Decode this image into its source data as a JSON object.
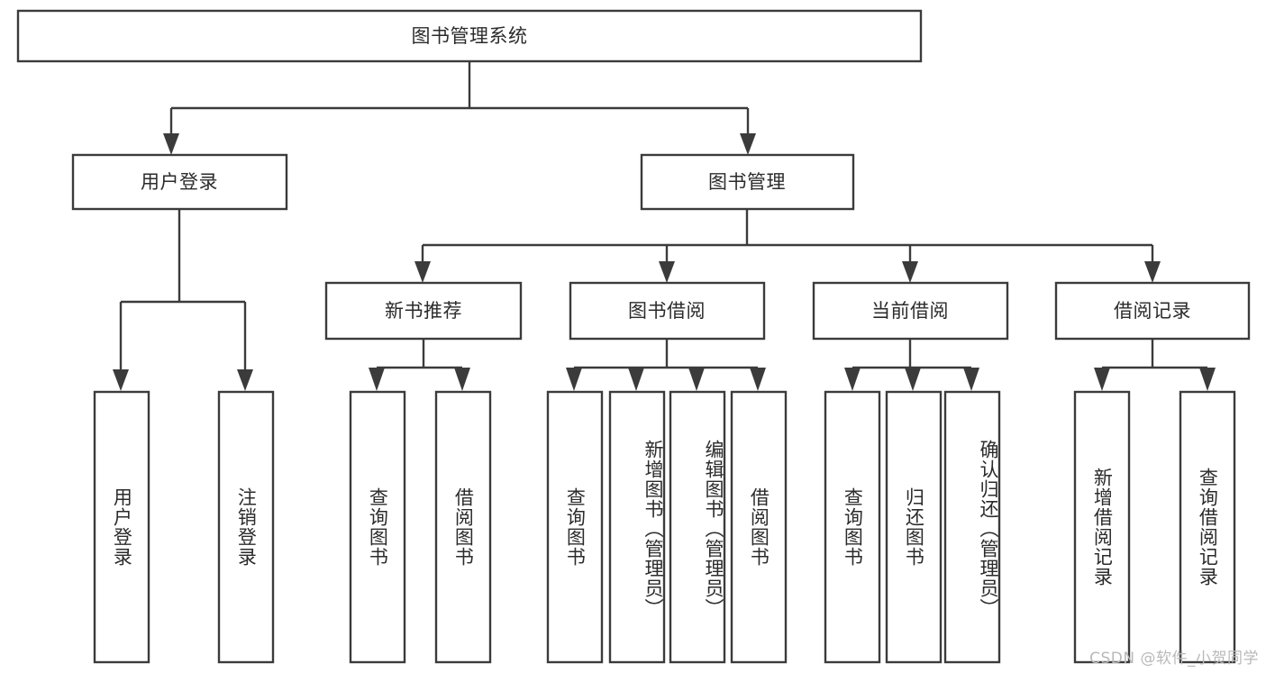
{
  "diagram": {
    "type": "tree",
    "title": "图书管理系统",
    "orientation": "top-down",
    "watermark": "CSDN @软件_小贺同学",
    "colors": {
      "stroke": "#3b3b3b",
      "box_fill": "#ffffff",
      "text": "#2b2b2b",
      "background": "#ffffff",
      "watermark": "#b9b9b9"
    },
    "root": {
      "id": "root",
      "label": "图书管理系统"
    },
    "level2": [
      {
        "id": "user-login",
        "label": "用户登录"
      },
      {
        "id": "book-manage",
        "label": "图书管理"
      }
    ],
    "level3": [
      {
        "id": "new-book-recommend",
        "label": "新书推荐",
        "parent": "book-manage"
      },
      {
        "id": "book-borrow",
        "label": "图书借阅",
        "parent": "book-manage"
      },
      {
        "id": "current-borrow",
        "label": "当前借阅",
        "parent": "book-manage"
      },
      {
        "id": "borrow-record",
        "label": "借阅记录",
        "parent": "book-manage"
      }
    ],
    "leaves": {
      "user-login": [
        {
          "id": "leaf-user-login",
          "label": "用户登录"
        },
        {
          "id": "leaf-user-logout",
          "label": "注销登录"
        }
      ],
      "new-book-recommend": [
        {
          "id": "leaf-query-book-1",
          "label": "查询图书"
        },
        {
          "id": "leaf-borrow-book-1",
          "label": "借阅图书"
        }
      ],
      "book-borrow": [
        {
          "id": "leaf-query-book-2",
          "label": "查询图书"
        },
        {
          "id": "leaf-add-book",
          "label": "新增图书（管理员）"
        },
        {
          "id": "leaf-edit-book",
          "label": "编辑图书（管理员）"
        },
        {
          "id": "leaf-borrow-book-2",
          "label": "借阅图书"
        }
      ],
      "current-borrow": [
        {
          "id": "leaf-query-book-3",
          "label": "查询图书"
        },
        {
          "id": "leaf-return-book",
          "label": "归还图书"
        },
        {
          "id": "leaf-confirm-return",
          "label": "确认归还（管理员）"
        }
      ],
      "borrow-record": [
        {
          "id": "leaf-add-record",
          "label": "新增借阅记录"
        },
        {
          "id": "leaf-query-record",
          "label": "查询借阅记录"
        }
      ]
    }
  }
}
